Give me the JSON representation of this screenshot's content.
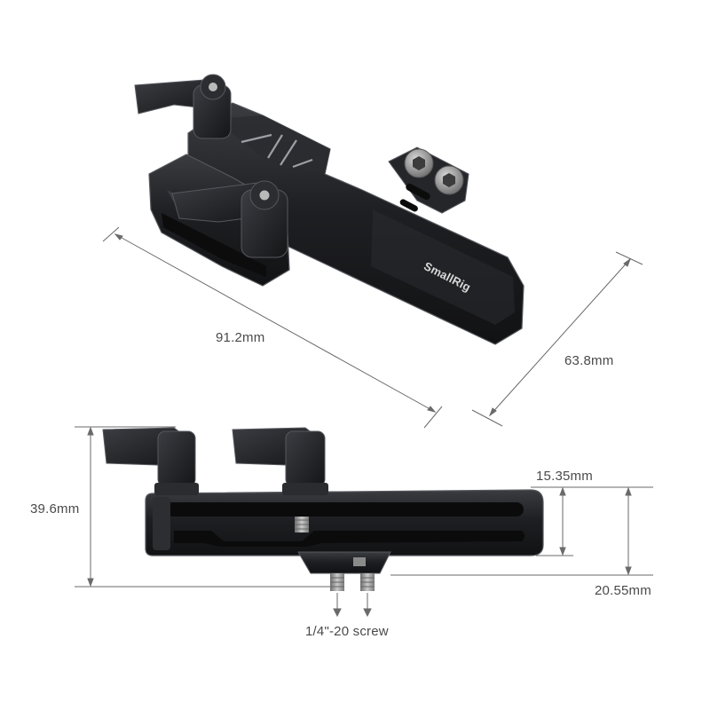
{
  "brand": {
    "logo_text": "SmallRig"
  },
  "dimensions": {
    "length": "91.2mm",
    "width": "63.8mm",
    "height": "39.6mm",
    "rail_height": "15.35mm",
    "mount_height": "20.55mm",
    "screw": "1/4\"-20 screw"
  },
  "colors": {
    "body": "#1e1f22",
    "body_highlight": "#3a3c40",
    "edge": "#55585d",
    "screw": "#9a9a9a",
    "dimension_line": "#6a6a6a",
    "text": "#4a4a4a"
  }
}
